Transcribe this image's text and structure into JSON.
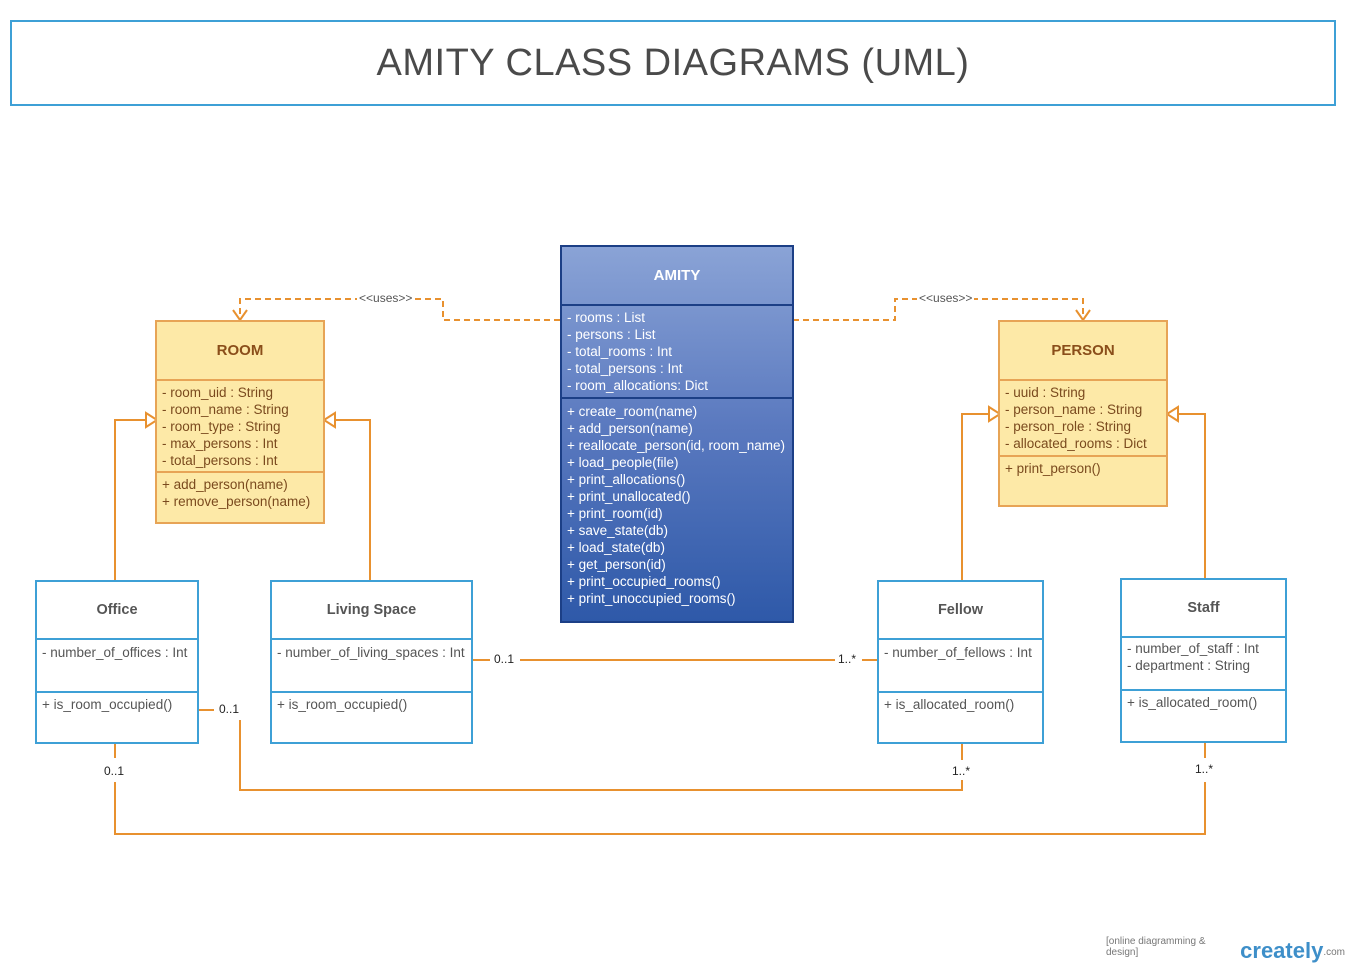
{
  "title": "AMITY CLASS DIAGRAMS (UML)",
  "classes": {
    "amity": {
      "name": "AMITY",
      "attributes": [
        "- rooms  : List",
        "- persons : List",
        "- total_rooms : Int",
        "- total_persons : Int",
        "- room_allocations: Dict"
      ],
      "methods": [
        "+ create_room(name)",
        "+ add_person(name)",
        "+ reallocate_person(id, room_name)",
        "+ load_people(file)",
        "+ print_allocations()",
        "+ print_unallocated()",
        "+ print_room(id)",
        "+ save_state(db)",
        "+ load_state(db)",
        "+ get_person(id)",
        "+ print_occupied_rooms()",
        "+ print_unoccupied_rooms()"
      ]
    },
    "room": {
      "name": "ROOM",
      "attributes": [
        "- room_uid : String",
        "- room_name : String",
        "- room_type : String",
        "- max_persons : Int",
        "- total_persons : Int"
      ],
      "methods": [
        "+ add_person(name)",
        "+ remove_person(name)"
      ]
    },
    "person": {
      "name": "PERSON",
      "attributes": [
        "- uuid : String",
        "- person_name : String",
        "- person_role : String",
        "- allocated_rooms : Dict"
      ],
      "methods": [
        "+ print_person()"
      ]
    },
    "office": {
      "name": "Office",
      "attributes": [
        "- number_of_offices : Int"
      ],
      "methods": [
        "+ is_room_occupied()"
      ]
    },
    "living_space": {
      "name": "Living Space",
      "attributes": [
        "- number_of_living_spaces : Int"
      ],
      "methods": [
        "+ is_room_occupied()"
      ]
    },
    "fellow": {
      "name": "Fellow",
      "attributes": [
        "- number_of_fellows : Int"
      ],
      "methods": [
        "+ is_allocated_room()"
      ]
    },
    "staff": {
      "name": "Staff",
      "attributes": [
        "- number_of_staff : Int",
        "- department : String"
      ],
      "methods": [
        "+ is_allocated_room()"
      ]
    }
  },
  "relations": {
    "uses_left": "<<uses>>",
    "uses_right": "<<uses>>",
    "living_fellow_from": "0..1",
    "living_fellow_to": "1..*",
    "office_fellow_from": "0..1",
    "office_fellow_to": "1..*",
    "office_staff_from": "0..1",
    "office_staff_to": "1..*"
  },
  "colors": {
    "orange_line": "#e8912f",
    "title_border": "#3ea0d6",
    "amity_border": "#1c3f86"
  },
  "branding": {
    "tagline": "[online diagramming & design]",
    "name": "creately",
    "domain": ".com"
  }
}
